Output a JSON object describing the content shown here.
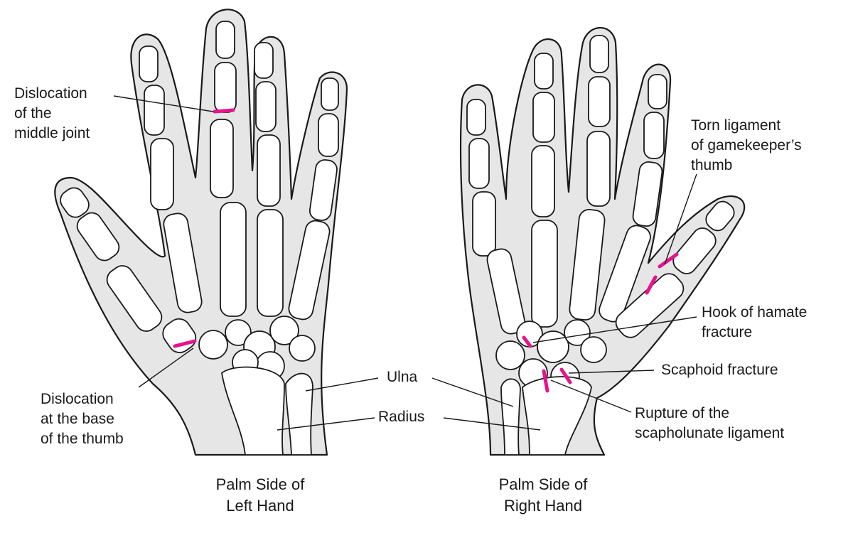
{
  "labels": {
    "middle_joint": "Dislocation\nof the\nmiddle joint",
    "thumb_base": "Dislocation\nat the base\nof the thumb",
    "ulna": "Ulna",
    "radius": "Radius",
    "gamekeeper": "Torn ligament\nof gamekeeper’s\nthumb",
    "hamate": "Hook of hamate\nfracture",
    "scaphoid": "Scaphoid fracture",
    "scapholunate": "Rupture of the\nscapholunate ligament"
  },
  "captions": {
    "left_hand": "Palm Side of\nLeft Hand",
    "right_hand": "Palm Side of\nRight Hand"
  },
  "colors": {
    "injury": "#e6148c",
    "skin": "#e6e6e6",
    "bone": "#ffffff",
    "outline": "#1a1a1a"
  }
}
